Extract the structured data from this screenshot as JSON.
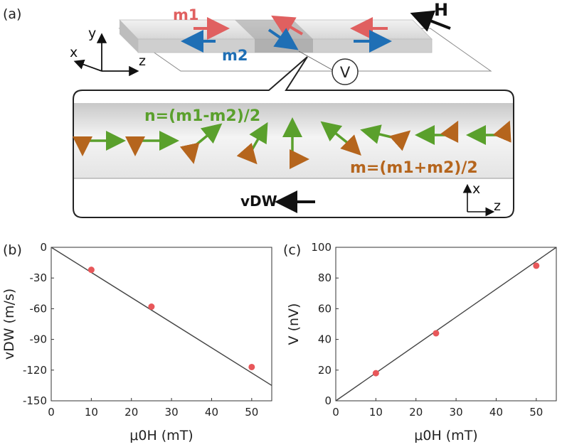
{
  "panel_a": {
    "label": "(a)",
    "m1": "m1",
    "m2": "m2",
    "H": "H",
    "axis_y": "y",
    "axis_x": "x",
    "axis_z": "z",
    "V": "V",
    "n_eq": "n=(m1-m2)/2",
    "m_eq": "m=(m1+m2)/2",
    "vdw": "vDW",
    "inset_x": "x",
    "inset_z": "z",
    "colors": {
      "m1": "#e06060",
      "m2": "#1f6fb5",
      "n": "#5aa02c",
      "m": "#b5651d"
    }
  },
  "chart_data": [
    {
      "type": "scatter",
      "panel_label": "(b)",
      "xlabel": "μ0H (mT)",
      "ylabel": "vDW (m/s)",
      "xlim": [
        0,
        55
      ],
      "ylim": [
        -150,
        0
      ],
      "xticks": [
        0,
        10,
        20,
        30,
        40,
        50
      ],
      "yticks": [
        0,
        -30,
        -60,
        -90,
        -120,
        -150
      ],
      "points": {
        "x": [
          10,
          25,
          50
        ],
        "y": [
          -22,
          -58,
          -117
        ]
      },
      "fit_line": {
        "x": [
          0,
          55
        ],
        "y": [
          0,
          -135
        ]
      },
      "point_color": "#e8575a",
      "line_color": "#444444"
    },
    {
      "type": "scatter",
      "panel_label": "(c)",
      "xlabel": "μ0H (mT)",
      "ylabel": "V (nV)",
      "xlim": [
        0,
        55
      ],
      "ylim": [
        0,
        100
      ],
      "xticks": [
        0,
        10,
        20,
        30,
        40,
        50
      ],
      "yticks": [
        0,
        20,
        40,
        60,
        80,
        100
      ],
      "points": {
        "x": [
          10,
          25,
          50
        ],
        "y": [
          18,
          44,
          88
        ]
      },
      "fit_line": {
        "x": [
          0,
          55
        ],
        "y": [
          0,
          100
        ]
      },
      "point_color": "#e8575a",
      "line_color": "#444444"
    }
  ]
}
